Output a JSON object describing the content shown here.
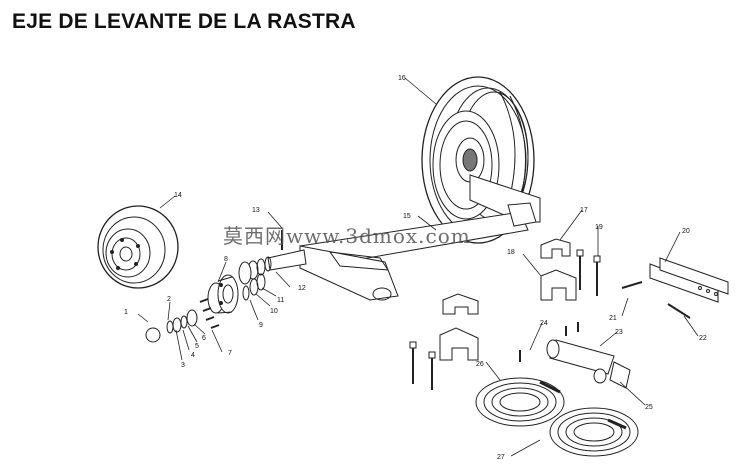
{
  "title": "EJE DE LEVANTE DE LA RASTRA",
  "watermark": "莫西网www.3dmox.com",
  "callouts": [
    "1",
    "2",
    "3",
    "4",
    "5",
    "6",
    "7",
    "8",
    "9",
    "10",
    "11",
    "12",
    "13",
    "14",
    "15",
    "16",
    "17",
    "18",
    "19",
    "20",
    "21",
    "22",
    "23",
    "24",
    "25",
    "26",
    "27"
  ]
}
